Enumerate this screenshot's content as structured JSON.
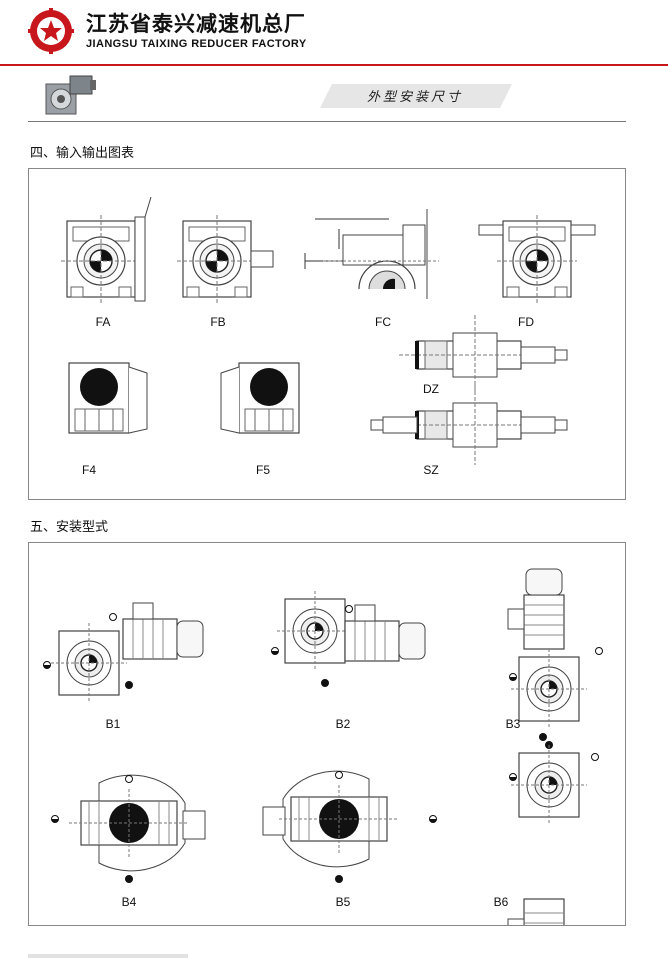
{
  "header": {
    "company_cn": "江苏省泰兴减速机总厂",
    "company_en": "JIANGSU TAIXING REDUCER FACTORY",
    "brand_color": "#c8161d"
  },
  "banner": {
    "title": "外型安装尺寸"
  },
  "sections": {
    "io": {
      "title": "四、输入输出图表",
      "labels": {
        "fa": "FA",
        "fb": "FB",
        "fc": "FC",
        "fd": "FD",
        "f4": "F4",
        "f5": "F5",
        "dz": "DZ",
        "sz": "SZ"
      }
    },
    "mount": {
      "title": "五、安装型式",
      "labels": {
        "b1": "B1",
        "b2": "B2",
        "b3": "B3",
        "b4": "B4",
        "b5": "B5",
        "b6": "B6"
      }
    }
  },
  "icons": [
    "factory-logo-icon",
    "gearbox-icon"
  ]
}
